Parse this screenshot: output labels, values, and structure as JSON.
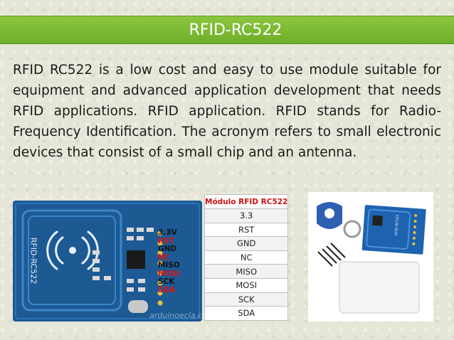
{
  "slide": {
    "title": "RFID-RC522",
    "paragraph": "RFID RC522 is a low cost and easy to use module suitable for equipment and advanced application development that needs RFID applications. RFID application. RFID stands for Radio-Frequency Identification. The acronym refers to small electronic devices that consist of a small chip and an antenna."
  },
  "module_image": {
    "board_label": "RFID-RC522",
    "pin_labels": [
      {
        "text": "3.3V",
        "color": "#111111"
      },
      {
        "text": "RST",
        "color": "#e01010"
      },
      {
        "text": "GND",
        "color": "#111111"
      },
      {
        "text": "NC",
        "color": "#e01010"
      },
      {
        "text": "MISO",
        "color": "#111111"
      },
      {
        "text": "MOSI",
        "color": "#e01010"
      },
      {
        "text": "SCK",
        "color": "#111111"
      },
      {
        "text": "SDA",
        "color": "#e01010"
      }
    ],
    "watermark": "arduinoecia.com.br"
  },
  "pin_table": {
    "header": "Módulo RFID RC522",
    "rows": [
      "3.3",
      "RST",
      "GND",
      "NC",
      "MISO",
      "MOSI",
      "SCK",
      "SDA"
    ]
  },
  "kit_image": {
    "board_label": "RFID-RC522"
  },
  "colors": {
    "title_bar": "#7ab833",
    "table_header": "#d01010",
    "board_blue": "#1f5f9a"
  }
}
